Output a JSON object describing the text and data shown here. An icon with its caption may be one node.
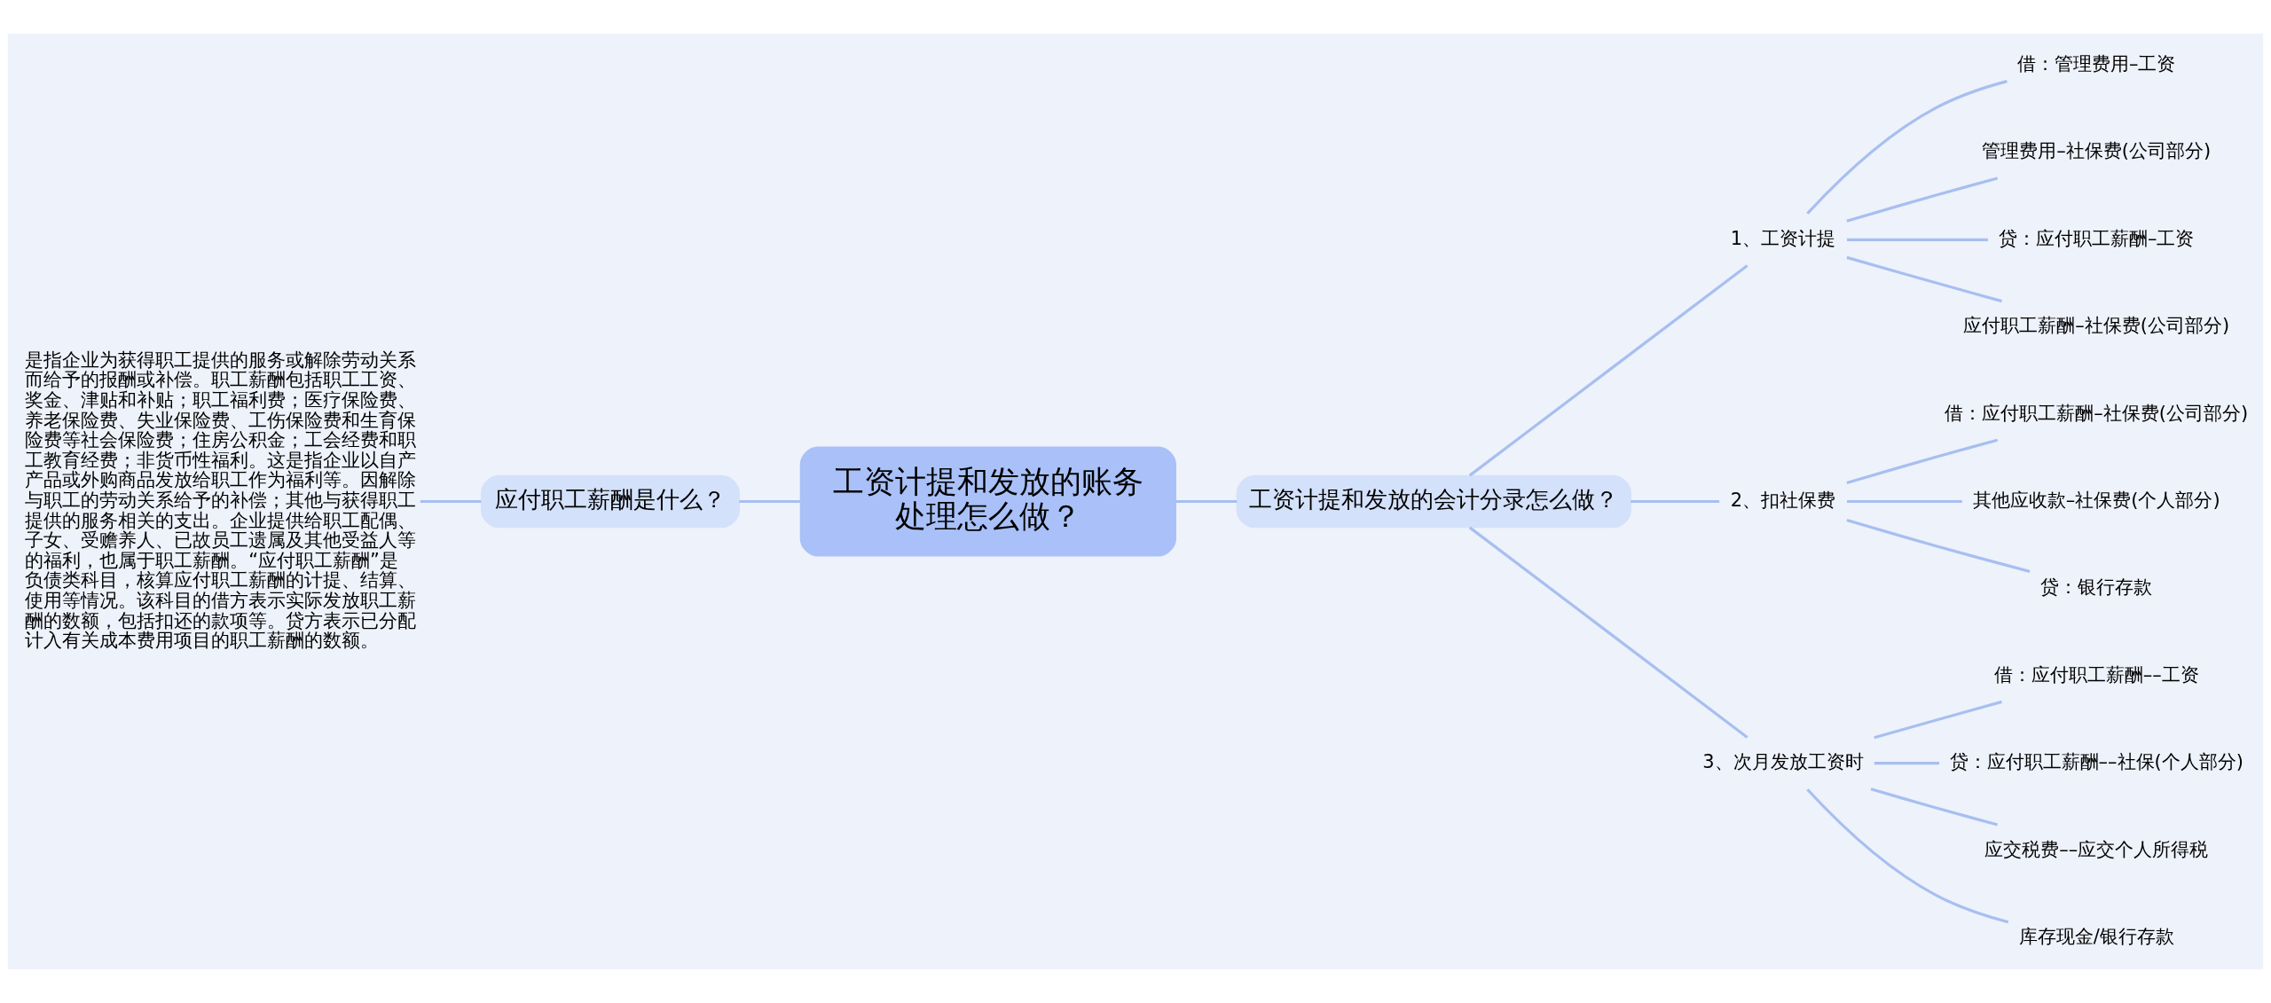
{
  "diagram": {
    "nodes": [
      {
        "text": [
          "工资计提和发放的账务处理怎么做？"
        ]
      },
      {
        "text": [
          "应付职工薪酬是什么？"
        ]
      },
      {
        "text": [
          "是指企业为获得职工提供的服务或解除劳动关系而给予的报酬或补偿。职工薪酬包括职工工资、奖金、津贴和补贴；职工福利费；医疗保险费、养老保险费、失业保险费、工伤保险费和生育保险费等社会保险费；住房公积金；工会经费和职工教育经费；非货币性福利。这是指企业以自产产品或外购商品发放给职工作为福利等。因解除与职工的劳动关系给予的补偿；其他与获得职工提供的服务相关的支出。企业提供给职工配偶、子女、受赡养人、已故员工遗属及其他受益人等的福利，也属于职工薪酬。“应付职工薪酬”是负债类科目，核算应付职工薪酬的计提、结算、使用等情况。该科目的借方表示实际发放职工薪酬的数额，包括扣还的款项等。贷方表示已分配计入有关成本费用项目的职工薪酬的数额。"
        ]
      },
      {
        "text": [
          "工资计提和发放的会计分录怎么做？"
        ]
      },
      {
        "text": [
          "1、工资计提"
        ]
      },
      {
        "text": [
          "借：管理费用–工资"
        ]
      },
      {
        "text": [
          "管理费用–社保费(公司部分)"
        ]
      },
      {
        "text": [
          "贷：应付职工薪酬–工资"
        ]
      },
      {
        "text": [
          "应付职工薪酬–社保费(公司部分)"
        ]
      },
      {
        "text": [
          "2、扣社保费"
        ]
      },
      {
        "text": [
          "借：应付职工薪酬–社保费(公司部分)"
        ]
      },
      {
        "text": [
          "其他应收款–社保费(个人部分)"
        ]
      },
      {
        "text": [
          "贷：银行存款"
        ]
      },
      {
        "text": [
          "3、次月发放工资时"
        ]
      },
      {
        "text": [
          "借：应付职工薪酬––工资"
        ]
      },
      {
        "text": [
          "贷：应付职工薪酬––社保(个人部分)"
        ]
      },
      {
        "text": [
          "应交税费––应交个人所得税"
        ]
      },
      {
        "text": [
          "库存现金/银行存款"
        ]
      }
    ],
    "edges": [
      {
        "from": 0,
        "to": 1,
        "arrow": "none"
      },
      {
        "from": 1,
        "to": 2,
        "arrow": "none"
      },
      {
        "from": 0,
        "to": 3,
        "arrow": "none"
      },
      {
        "from": 3,
        "to": 4,
        "arrow": "none"
      },
      {
        "from": 4,
        "to": 5,
        "arrow": "none"
      },
      {
        "from": 4,
        "to": 6,
        "arrow": "none"
      },
      {
        "from": 4,
        "to": 7,
        "arrow": "none"
      },
      {
        "from": 4,
        "to": 8,
        "arrow": "none"
      },
      {
        "from": 3,
        "to": 9,
        "arrow": "none"
      },
      {
        "from": 9,
        "to": 10,
        "arrow": "none"
      },
      {
        "from": 9,
        "to": 11,
        "arrow": "none"
      },
      {
        "from": 9,
        "to": 12,
        "arrow": "none"
      },
      {
        "from": 3,
        "to": 13,
        "arrow": "none"
      },
      {
        "from": 13,
        "to": 14,
        "arrow": "none"
      },
      {
        "from": 13,
        "to": 15,
        "arrow": "none"
      },
      {
        "from": 13,
        "to": 16,
        "arrow": "none"
      },
      {
        "from": 13,
        "to": 17,
        "arrow": "none"
      }
    ]
  }
}
